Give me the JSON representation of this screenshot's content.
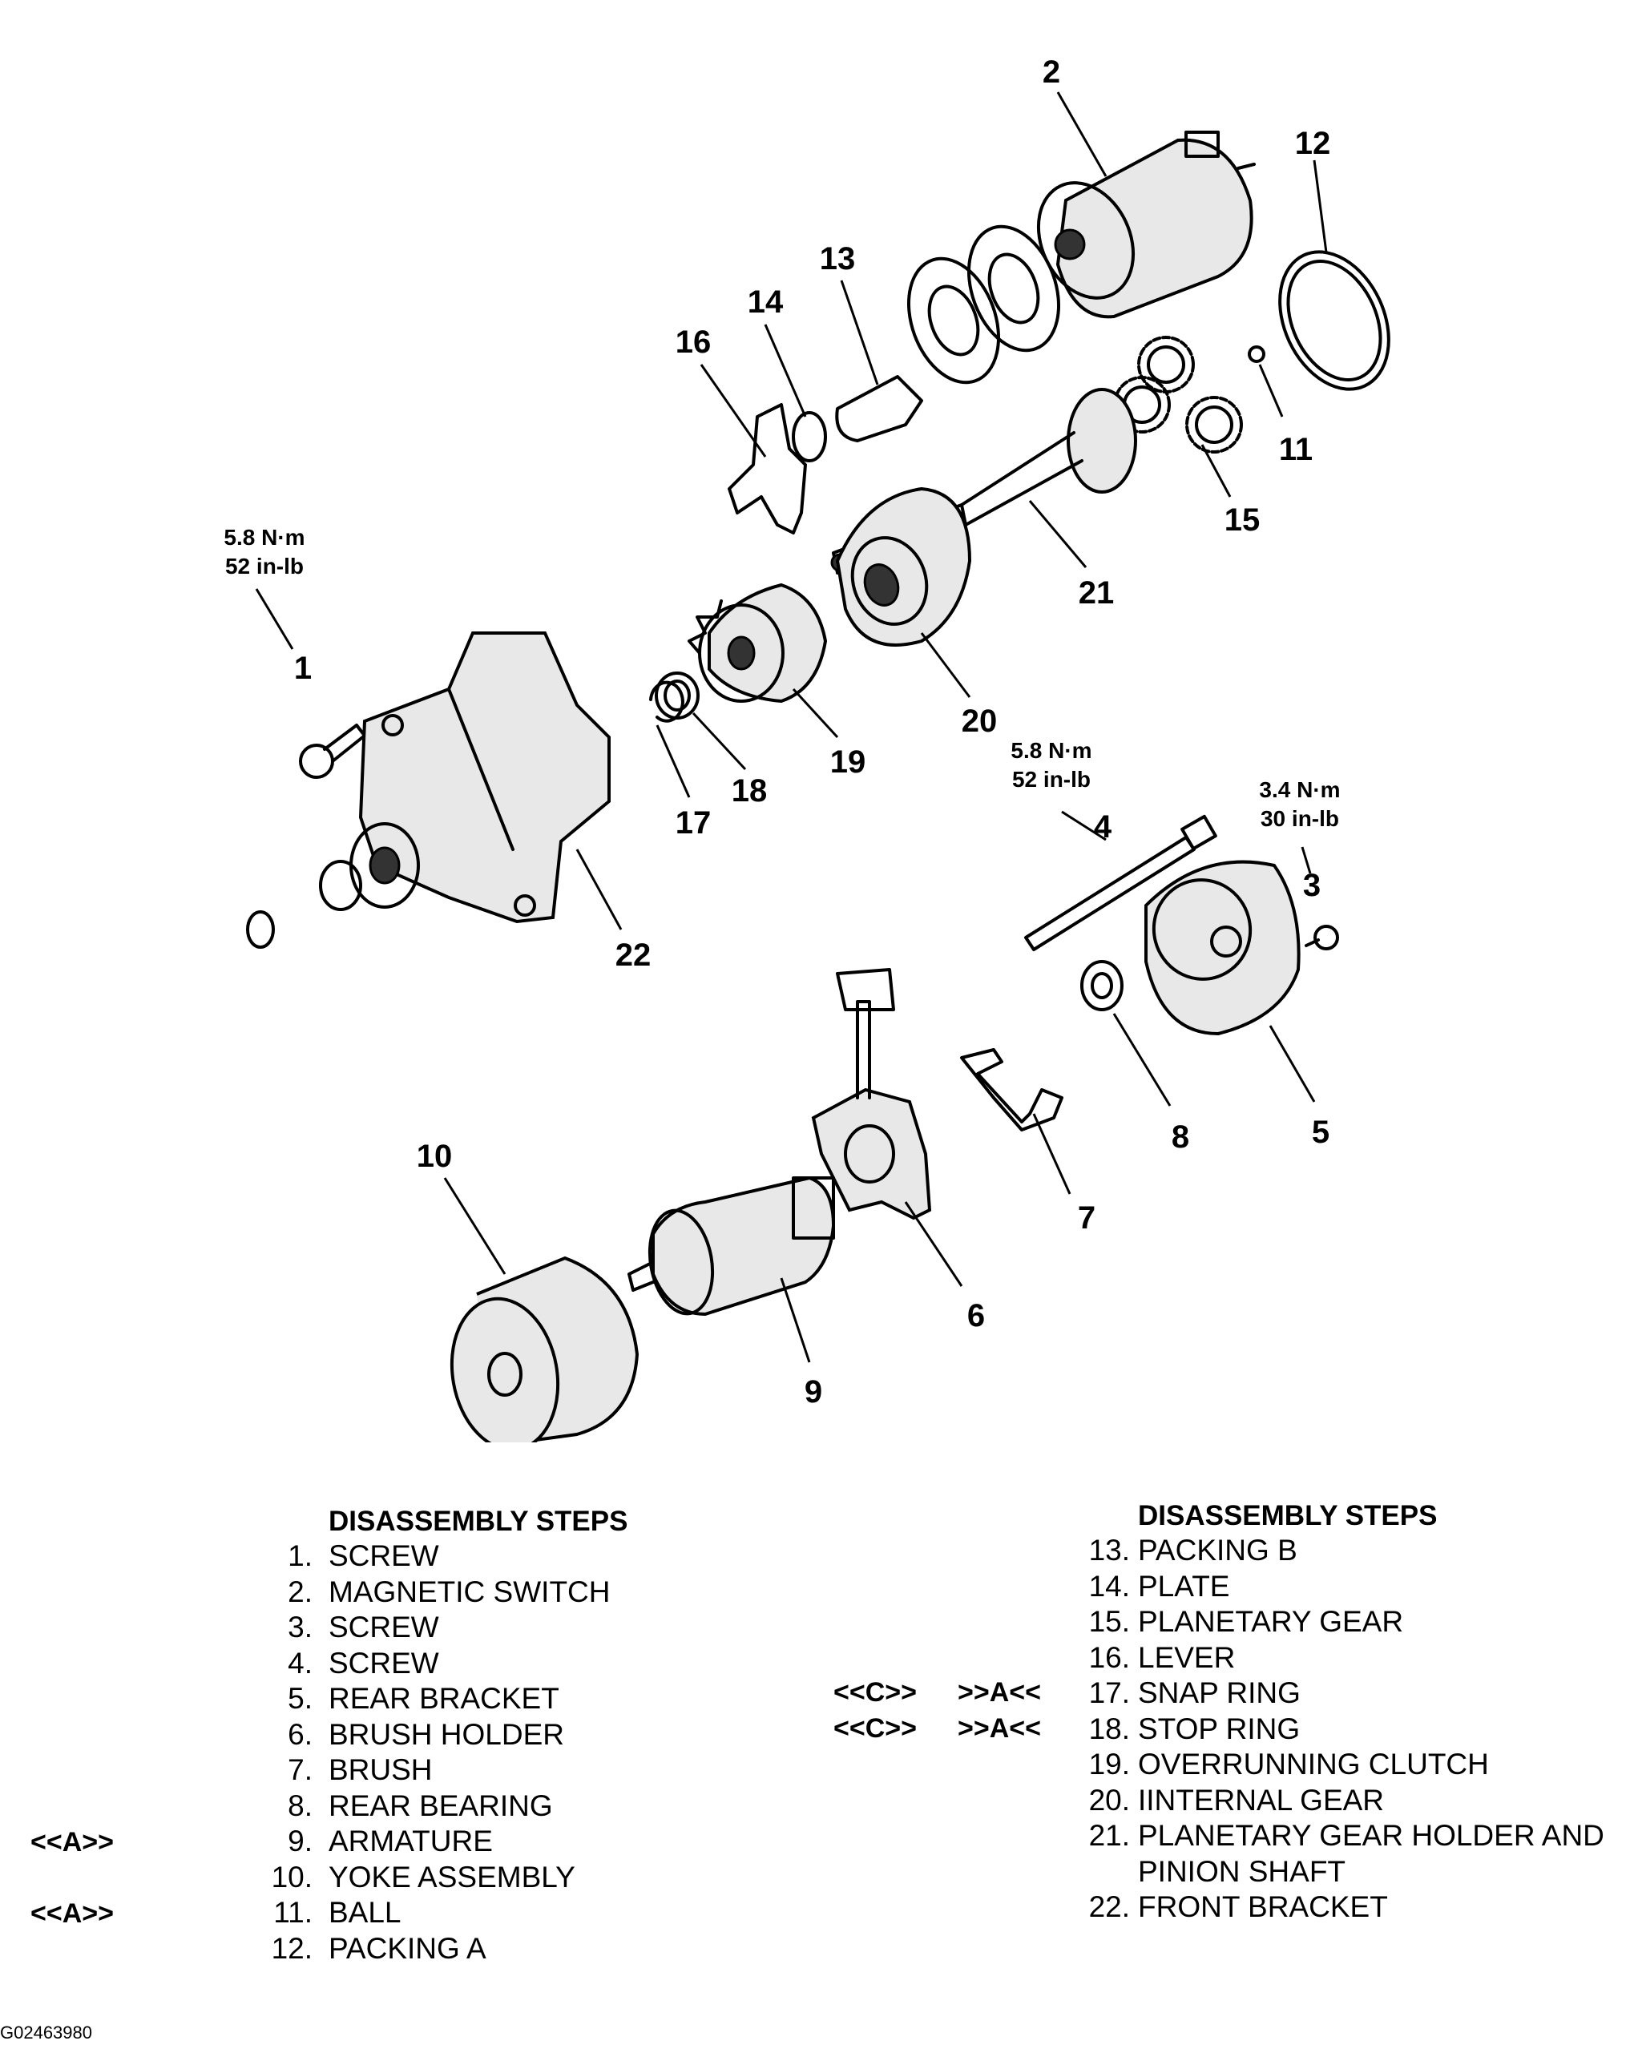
{
  "diagram": {
    "callouts": [
      "1",
      "2",
      "3",
      "4",
      "5",
      "6",
      "7",
      "8",
      "9",
      "10",
      "11",
      "12",
      "13",
      "14",
      "15",
      "16",
      "17",
      "18",
      "19",
      "20",
      "21",
      "22"
    ],
    "torques": {
      "screw1": [
        "5.8 N·m",
        "52 in-lb"
      ],
      "screw4": [
        "5.8 N·m",
        "52 in-lb"
      ],
      "screw3": [
        "3.4 N·m",
        "30 in-lb"
      ]
    }
  },
  "left_steps": {
    "heading": "DISASSEMBLY STEPS",
    "items": [
      {
        "num": "1.",
        "label": "SCREW"
      },
      {
        "num": "2.",
        "label": "MAGNETIC SWITCH"
      },
      {
        "num": "3.",
        "label": "SCREW"
      },
      {
        "num": "4.",
        "label": "SCREW"
      },
      {
        "num": "5.",
        "label": "REAR BRACKET"
      },
      {
        "num": "6.",
        "label": "BRUSH HOLDER"
      },
      {
        "num": "7.",
        "label": "BRUSH"
      },
      {
        "num": "8.",
        "label": "REAR BEARING"
      },
      {
        "num": "9.",
        "label": "ARMATURE",
        "mark": "<<A>>"
      },
      {
        "num": "10.",
        "label": "YOKE ASSEMBLY"
      },
      {
        "num": "11.",
        "label": "BALL",
        "mark": "<<A>>"
      },
      {
        "num": "12.",
        "label": "PACKING A"
      }
    ]
  },
  "right_steps": {
    "heading": "DISASSEMBLY STEPS",
    "items": [
      {
        "num": "13.",
        "label": "PACKING B"
      },
      {
        "num": "14.",
        "label": "PLATE"
      },
      {
        "num": "15.",
        "label": "PLANETARY GEAR"
      },
      {
        "num": "16.",
        "label": "LEVER"
      },
      {
        "num": "17.",
        "label": "SNAP RING",
        "mark_c": "<<C>>",
        "mark_a": ">>A<<"
      },
      {
        "num": "18.",
        "label": "STOP RING",
        "mark_c": "<<C>>",
        "mark_a": ">>A<<"
      },
      {
        "num": "19.",
        "label": "OVERRUNNING CLUTCH"
      },
      {
        "num": "20.",
        "label": "IINTERNAL GEAR"
      },
      {
        "num": "21.",
        "label": "PLANETARY GEAR HOLDER AND"
      },
      {
        "num": "",
        "label": "PINION SHAFT"
      },
      {
        "num": "22.",
        "label": "FRONT BRACKET"
      }
    ]
  },
  "figure_id": "G02463980"
}
